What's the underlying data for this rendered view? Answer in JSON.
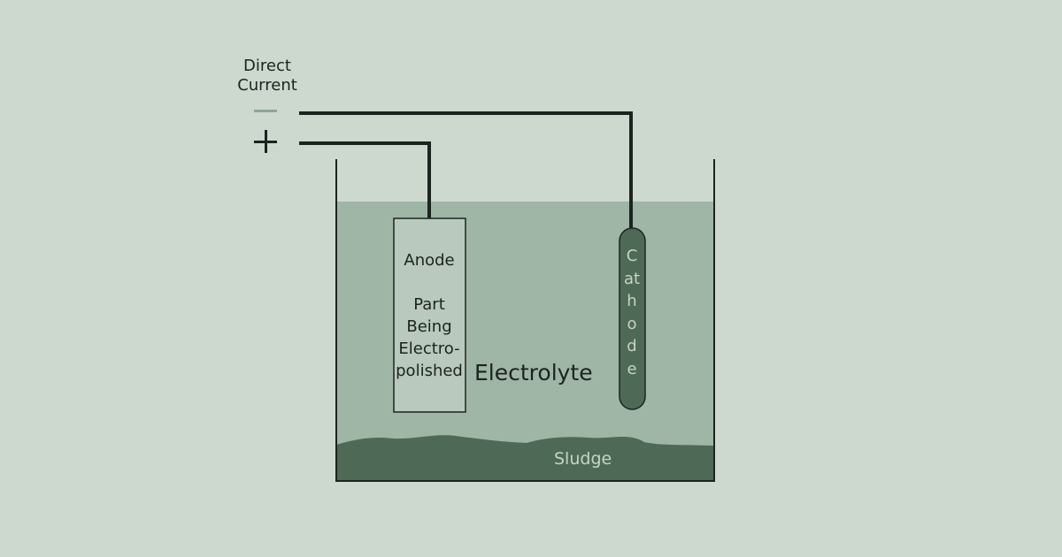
{
  "title": "",
  "power": {
    "label": "Direct\nCurrent",
    "negative_symbol": "−",
    "positive_symbol": "+"
  },
  "anode": {
    "label": "Anode\n\nPart\nBeing\nElectro-\npolished"
  },
  "cathode": {
    "label": "Cathode"
  },
  "electrolyte": {
    "label": "Electrolyte"
  },
  "sludge": {
    "label": "Sludge"
  },
  "colors": {
    "background": "#cdd8cf",
    "electrolyte": "#9fb5a6",
    "sludge": "#4e6a56",
    "cathode": "#4e6a56",
    "wire": "#1b241e",
    "anode_fill": "#b9c9bd"
  }
}
